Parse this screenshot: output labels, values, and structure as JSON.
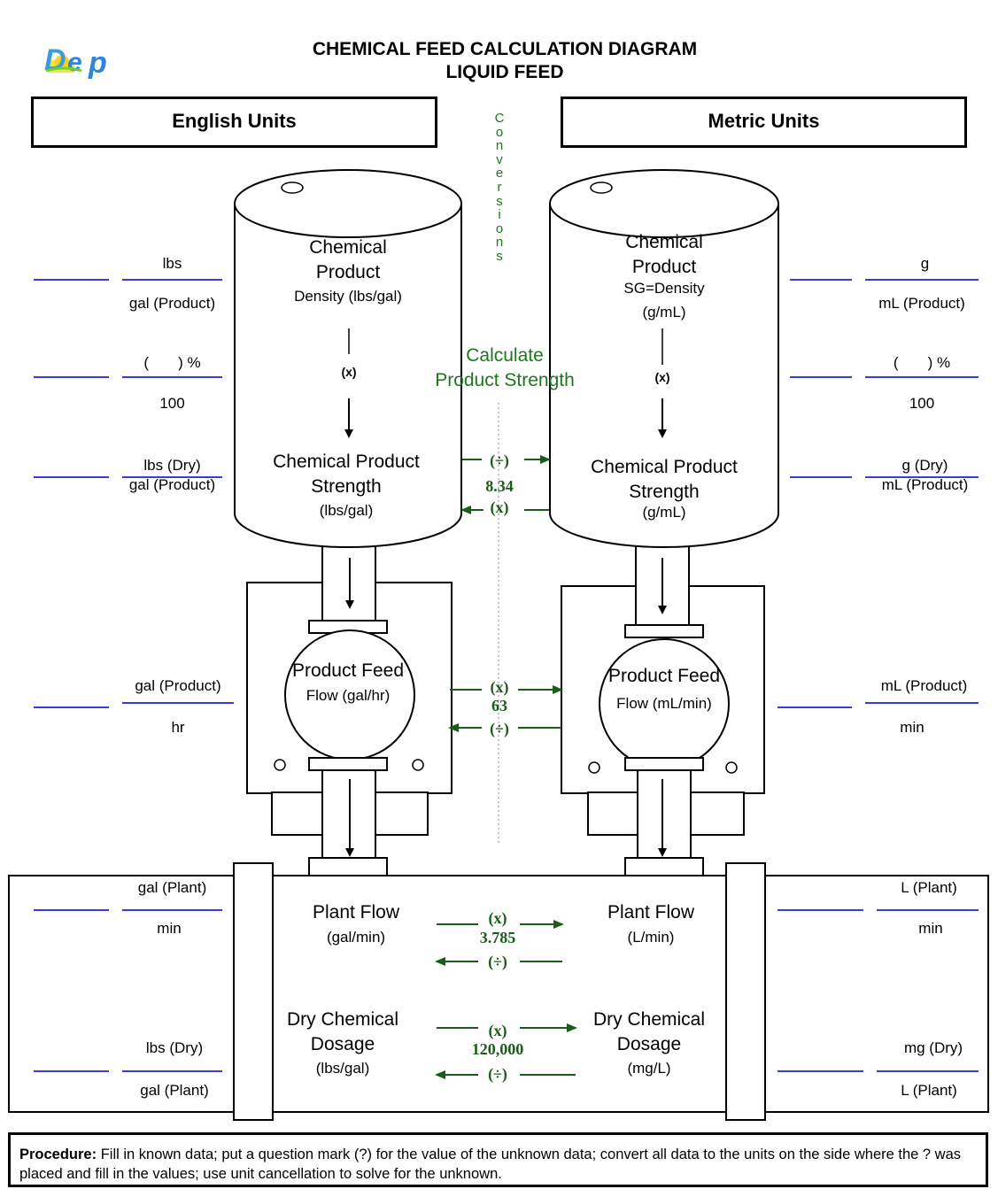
{
  "header": {
    "logo_text": "DEP",
    "title_line1": "CHEMICAL FEED CALCULATION DIAGRAM",
    "title_line2": "LIQUID FEED"
  },
  "english": {
    "heading": "English Units",
    "tank_line1": "Chemical",
    "tank_line2": "Product",
    "tank_density": "Density (lbs/gal)",
    "multiply": "(x)",
    "strength_line1": "Chemical Product",
    "strength_line2": "Strength",
    "strength_unit": "(lbs/gal)",
    "pump_line1": "Product Feed",
    "pump_line2": "Flow (gal/hr)",
    "plant_flow": "Plant Flow",
    "plant_flow_unit": "(gal/min)",
    "dosage_line1": "Dry Chemical",
    "dosage_line2": "Dosage",
    "dosage_unit": "(lbs/gal)",
    "fractions": [
      {
        "num": "lbs",
        "den": "gal (Product)"
      },
      {
        "num": "(       ) %",
        "den": "100"
      },
      {
        "num": "lbs (Dry)",
        "den": "gal (Product)"
      },
      {
        "num": "gal (Product)",
        "den": "hr"
      },
      {
        "num": "gal (Plant)",
        "den": "min"
      },
      {
        "num": "lbs (Dry)",
        "den": "gal (Plant)"
      }
    ]
  },
  "metric": {
    "heading": "Metric Units",
    "tank_line1": "Chemical",
    "tank_line2": "Product",
    "tank_density": "SG=Density",
    "tank_density_unit": "(g/mL)",
    "multiply": "(x)",
    "strength_line1": "Chemical Product",
    "strength_line2": "Strength",
    "strength_unit": "(g/mL)",
    "pump_line1": "Product Feed",
    "pump_line2": "Flow (mL/min)",
    "plant_flow": "Plant Flow",
    "plant_flow_unit": "(L/min)",
    "dosage_line1": "Dry Chemical",
    "dosage_line2": "Dosage",
    "dosage_unit": "(mg/L)",
    "fractions": [
      {
        "num": "g",
        "den": "mL (Product)"
      },
      {
        "num": "(       ) %",
        "den": "100"
      },
      {
        "num": "g (Dry)",
        "den": "mL (Product)"
      },
      {
        "num": "mL (Product)",
        "den": "min"
      },
      {
        "num": "L (Plant)",
        "den": "min"
      },
      {
        "num": "mg (Dry)",
        "den": "L (Plant)"
      }
    ]
  },
  "center": {
    "conversions_letters": [
      "C",
      "o",
      "n",
      "v",
      "e",
      "r",
      "s",
      "i",
      "o",
      "n",
      "s"
    ],
    "calc_line1": "Calculate",
    "calc_line2": "Product Strength",
    "conv1_top": "(÷)",
    "conv1_factor": "8.34",
    "conv1_bottom": "(x)",
    "conv2_top": "(x)",
    "conv2_factor": "63",
    "conv2_bottom": "(÷)",
    "conv3_top": "(x)",
    "conv3_factor": "3.785",
    "conv3_bottom": "(÷)",
    "conv4_top": "(x)",
    "conv4_factor": "120,000",
    "conv4_bottom": "(÷)"
  },
  "procedure": {
    "label": "Procedure:",
    "text": " Fill in known data; put a question mark (?) for the value of the unknown data; convert all data to the units on the side where the ? was placed and fill in the values; use unit cancellation to solve for the unknown."
  },
  "colors": {
    "blue_line": "#3b3bd9",
    "green": "#1a7a1a"
  }
}
